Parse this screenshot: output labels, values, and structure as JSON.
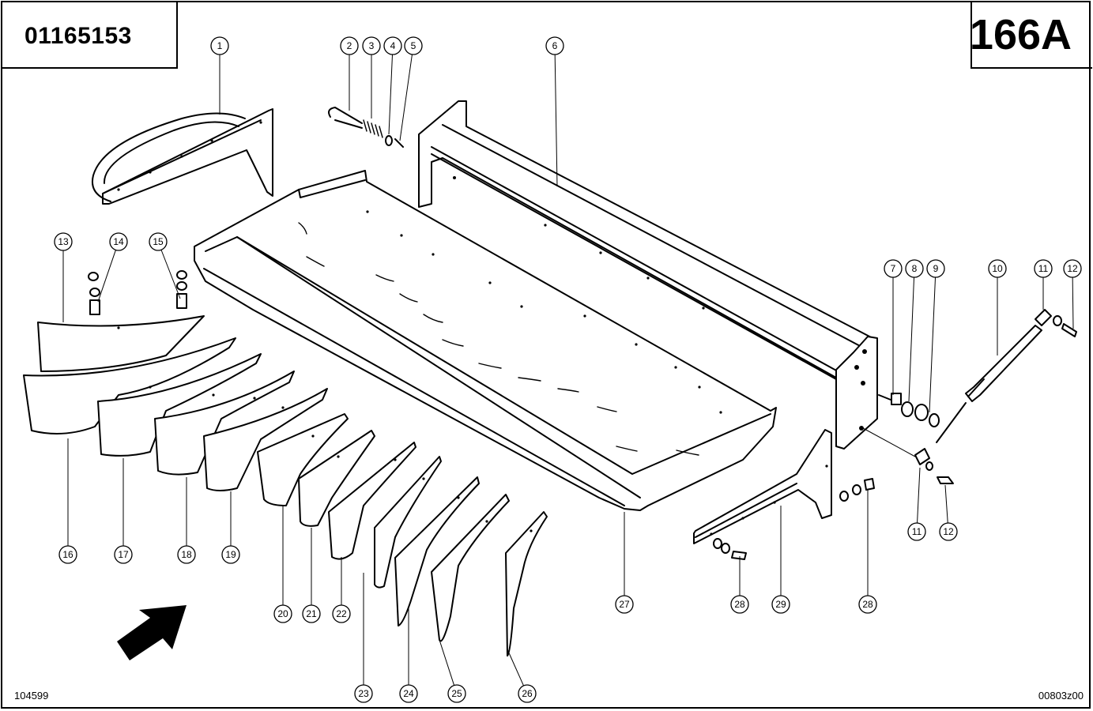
{
  "header": {
    "part_code": "01165153",
    "page_number": "166A"
  },
  "footer": {
    "drawing_id": "104599",
    "sheet_code": "00803z00"
  },
  "callouts": [
    {
      "label": "1",
      "part": "fender-guard"
    },
    {
      "label": "2",
      "part": "pin"
    },
    {
      "label": "3",
      "part": "spring"
    },
    {
      "label": "4",
      "part": "washer"
    },
    {
      "label": "5",
      "part": "clip"
    },
    {
      "label": "6",
      "part": "upper-beam"
    },
    {
      "label": "7",
      "part": "bolt"
    },
    {
      "label": "8",
      "part": "washer"
    },
    {
      "label": "9",
      "part": "nut"
    },
    {
      "label": "10",
      "part": "gas-strut"
    },
    {
      "label": "11",
      "part": "ball-socket"
    },
    {
      "label": "12",
      "part": "bolt"
    },
    {
      "label": "13",
      "part": "deflector-plate"
    },
    {
      "label": "14",
      "part": "bolt-set"
    },
    {
      "label": "15",
      "part": "bolt-set"
    },
    {
      "label": "16",
      "part": "deflector-plate"
    },
    {
      "label": "17",
      "part": "deflector-plate"
    },
    {
      "label": "18",
      "part": "deflector-plate"
    },
    {
      "label": "19",
      "part": "deflector-plate"
    },
    {
      "label": "20",
      "part": "deflector-plate"
    },
    {
      "label": "21",
      "part": "deflector-plate"
    },
    {
      "label": "22",
      "part": "deflector-plate"
    },
    {
      "label": "23",
      "part": "deflector-plate"
    },
    {
      "label": "24",
      "part": "deflector-plate"
    },
    {
      "label": "25",
      "part": "deflector-plate"
    },
    {
      "label": "26",
      "part": "deflector-plate"
    },
    {
      "label": "27",
      "part": "tray"
    },
    {
      "label": "28",
      "part": "nut-bolt"
    },
    {
      "label": "29",
      "part": "side-bracket"
    }
  ],
  "icons": {
    "direction_arrow": "travel-direction-arrow"
  }
}
